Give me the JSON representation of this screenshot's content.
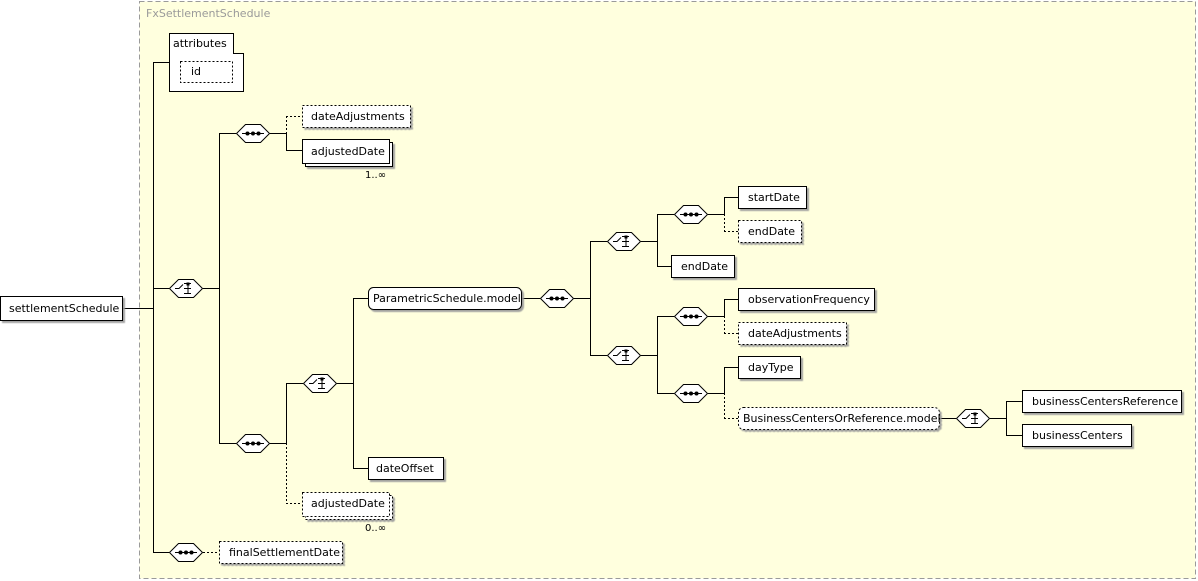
{
  "diagram": {
    "type_name": "FxSettlementSchedule",
    "root": "settlementSchedule",
    "attributes_label": "attributes",
    "attributes": [
      "id"
    ],
    "elements": {
      "date_adjustments_1": "dateAdjustments",
      "adjusted_date_1": "adjustedDate",
      "adjusted_date_1_cardinality": "1..∞",
      "parametric_schedule_model": "ParametricSchedule.model",
      "start_date": "startDate",
      "end_date_optional": "endDate",
      "end_date": "endDate",
      "observation_frequency": "observationFrequency",
      "date_adjustments_2": "dateAdjustments",
      "day_type": "dayType",
      "business_centers_or_reference_model": "BusinessCentersOrReference.model",
      "business_centers_reference": "businessCentersReference",
      "business_centers": "businessCenters",
      "date_offset": "dateOffset",
      "adjusted_date_2": "adjustedDate",
      "adjusted_date_2_cardinality": "0..∞",
      "final_settlement_date": "finalSettlementDate"
    },
    "colors": {
      "frame_fill": "#ffffde",
      "frame_border": "#9a9a9a",
      "line": "#000000",
      "box_fill": "#ffffff"
    }
  }
}
